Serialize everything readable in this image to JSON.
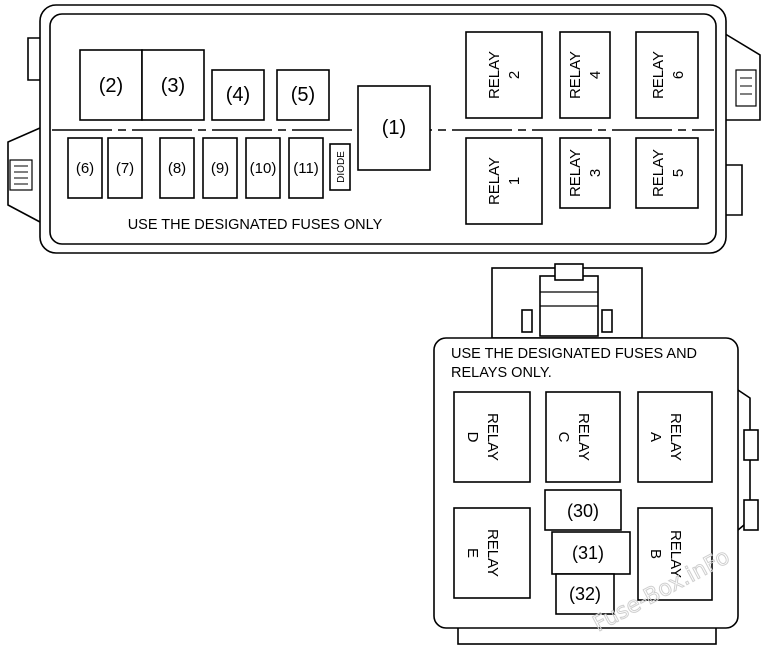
{
  "top_box": {
    "notice": "USE THE DESIGNATED FUSES ONLY",
    "fuse_1": "(1)",
    "fuse_2": "(2)",
    "fuse_3": "(3)",
    "fuse_4": "(4)",
    "fuse_5": "(5)",
    "fuse_6": "(6)",
    "fuse_7": "(7)",
    "fuse_8": "(8)",
    "fuse_9": "(9)",
    "fuse_10": "(10)",
    "fuse_11": "(11)",
    "diode": "DIODE",
    "relay_word": "RELAY",
    "relay_1": "1",
    "relay_2": "2",
    "relay_3": "3",
    "relay_4": "4",
    "relay_5": "5",
    "relay_6": "6"
  },
  "bottom_box": {
    "notice_line1": "USE THE DESIGNATED FUSES AND",
    "notice_line2": "RELAYS ONLY.",
    "relay_word": "RELAY",
    "relay_a": "A",
    "relay_b": "B",
    "relay_c": "C",
    "relay_d": "D",
    "relay_e": "E",
    "fuse_30": "(30)",
    "fuse_31": "(31)",
    "fuse_32": "(32)"
  },
  "watermark": "Fuse-Box.inFo"
}
